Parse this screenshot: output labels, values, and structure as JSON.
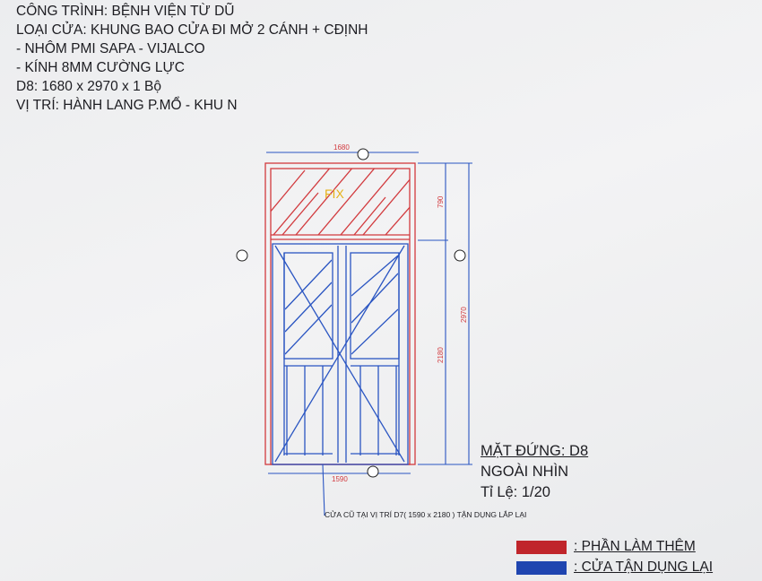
{
  "header": {
    "lines": [
      "CÔNG TRÌNH: BỆNH VIỆN TỪ DŨ",
      "LOẠI CỬA: KHUNG BAO CỬA ĐI MỞ 2 CÁNH + CĐỊNH",
      "- NHÔM PMI SAPA - VIJALCO",
      "- KÍNH   8MM CƯỜNG LỰC",
      "D8: 1680 x 2970 x 1 Bộ",
      "VỊ TRÍ: HÀNH LANG P.MỔ - KHU N"
    ]
  },
  "drawing": {
    "fix_label": "FIX",
    "dim_top": "1680",
    "dim_transom": "790",
    "dim_door": "2180",
    "dim_total": "2970",
    "dim_bottom": "1590"
  },
  "info": {
    "title": "MẶT ĐỨNG: D8",
    "view": "NGOÀI NHÌN",
    "scale": "Tỉ Lệ: 1/20"
  },
  "note": "CỬA CŨ TẠI VỊ TRÍ  D7( 1590 x 2180 ) TẬN DỤNG LẮP LẠI",
  "legend": [
    {
      "label": ": PHẦN LÀM THÊM",
      "color": "#c0252b"
    },
    {
      "label": ": CỬA TẬN DỤNG LẠI",
      "color": "#1f45b0"
    }
  ]
}
